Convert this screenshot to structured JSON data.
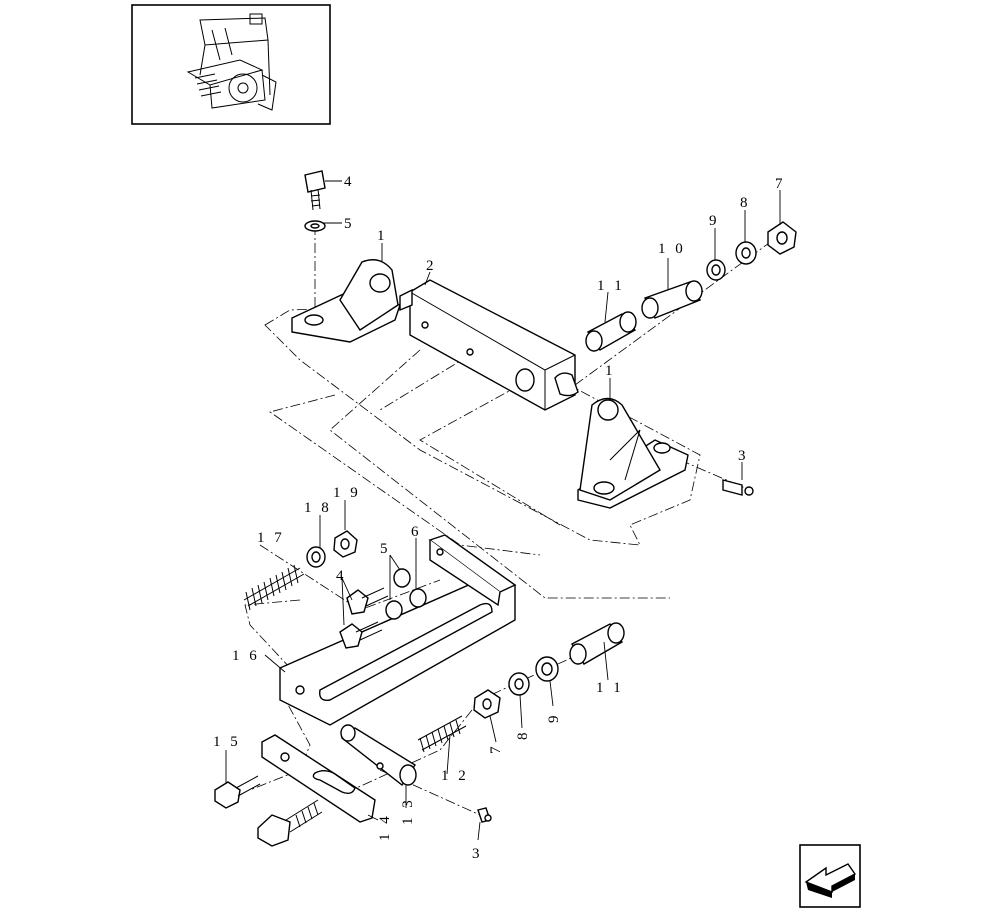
{
  "figure": {
    "callouts": {
      "c4_top": "4",
      "c5_top": "5",
      "c1_left": "1",
      "c2": "2",
      "c11_top": "1 1",
      "c10": "1 0",
      "c9_top": "9",
      "c8_top": "8",
      "c7_top": "7",
      "c1_right": "1",
      "c3_right": "3",
      "c19": "1 9",
      "c18": "1 8",
      "c17": "1 7",
      "c6": "6",
      "c5_mid": "5",
      "c4_mid": "4",
      "c16": "1 6",
      "c11_bottom": "1 1",
      "c9_bottom": "9",
      "c8_bottom": "8",
      "c7_bottom": "7",
      "c12": "1 2",
      "c15": "1 5",
      "c13": "1 3",
      "c14": "1 4",
      "c3_bottom": "3"
    }
  },
  "icons": {
    "thumbnail": "machine-overview-thumbnail",
    "navigation": "back-arrow-icon"
  },
  "colors": {
    "line": "#000000",
    "background": "#ffffff"
  }
}
